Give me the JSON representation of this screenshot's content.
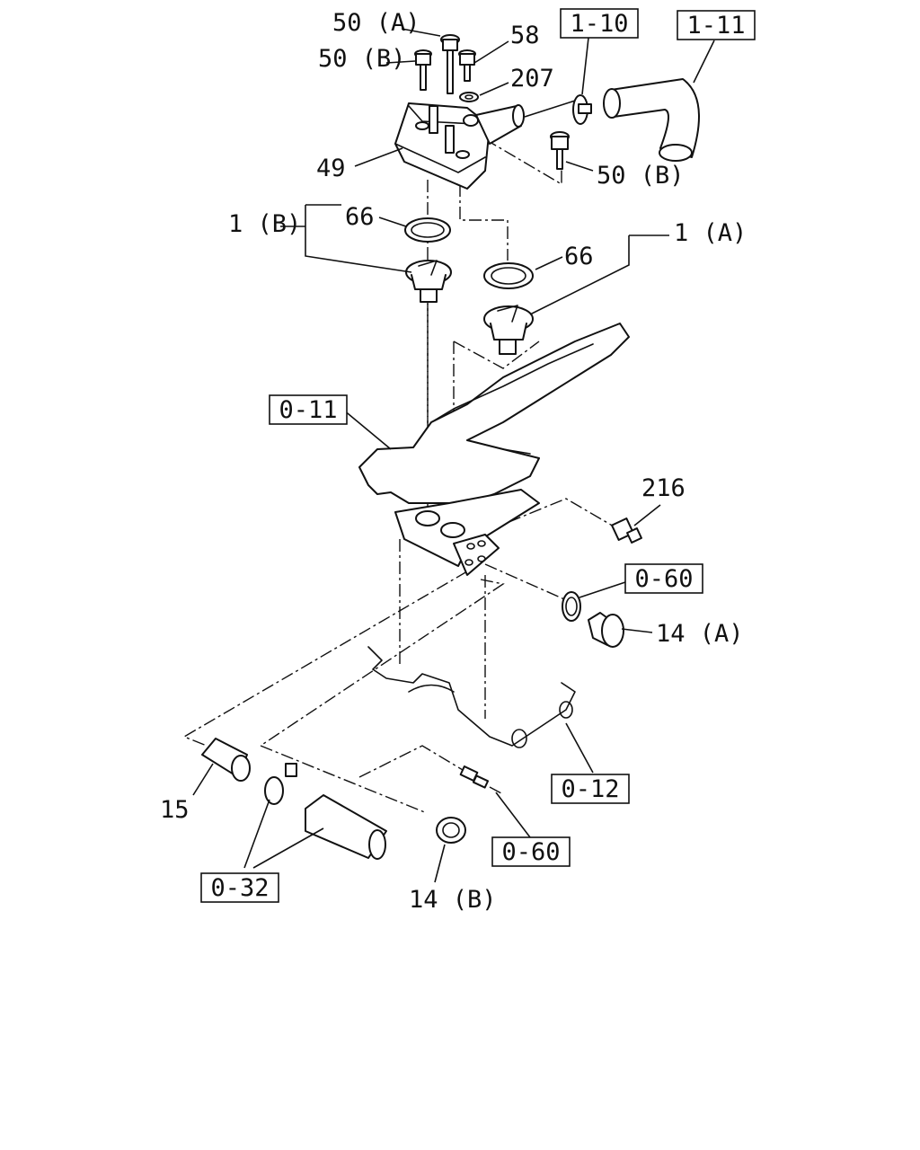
{
  "callouts": [
    {
      "id": "c-50a-top",
      "text": "50 (A)"
    },
    {
      "id": "c-50b-top",
      "text": "50 (B)"
    },
    {
      "id": "c-58",
      "text": "58"
    },
    {
      "id": "c-207",
      "text": "207"
    },
    {
      "id": "c-49",
      "text": "49"
    },
    {
      "id": "c-50b-right",
      "text": "50 (B)"
    },
    {
      "id": "c-1b",
      "text": "1 (B)"
    },
    {
      "id": "c-66-left",
      "text": "66"
    },
    {
      "id": "c-66-right",
      "text": "66"
    },
    {
      "id": "c-1a",
      "text": "1 (A)"
    },
    {
      "id": "c-216",
      "text": "216"
    },
    {
      "id": "c-14a",
      "text": "14 (A)"
    },
    {
      "id": "c-15",
      "text": "15"
    },
    {
      "id": "c-14b",
      "text": "14 (B)"
    }
  ],
  "references": [
    {
      "id": "r-1-10",
      "text": "1-10"
    },
    {
      "id": "r-1-11",
      "text": "1-11"
    },
    {
      "id": "r-0-11",
      "text": "0-11"
    },
    {
      "id": "r-0-60-upper",
      "text": "0-60"
    },
    {
      "id": "r-0-12",
      "text": "0-12"
    },
    {
      "id": "r-0-60-lower",
      "text": "0-60"
    },
    {
      "id": "r-0-32",
      "text": "0-32"
    }
  ]
}
